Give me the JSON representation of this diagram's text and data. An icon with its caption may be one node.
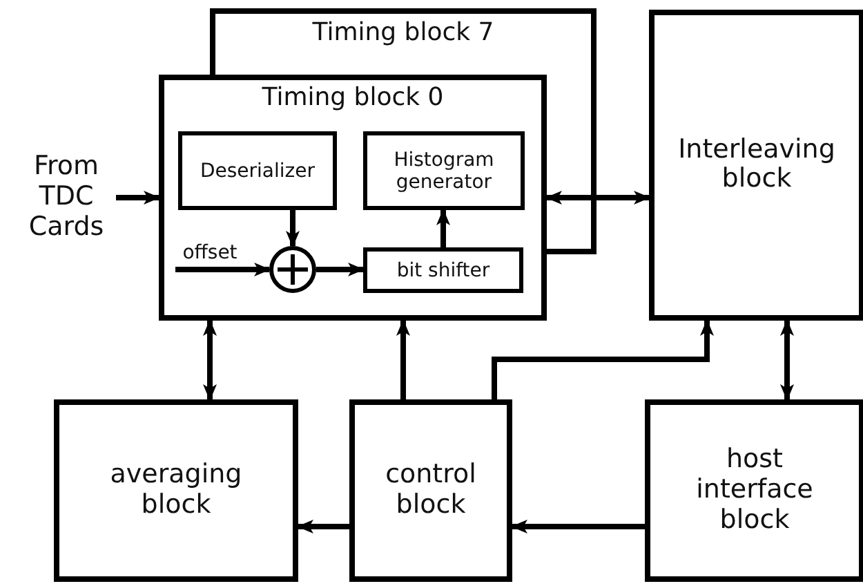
{
  "diagram": {
    "nodes": [
      {
        "text": [
          "Timing block 7"
        ]
      },
      {
        "text": [
          "From TDC Cards"
        ]
      },
      {
        "text": [
          "Timing block 0"
        ]
      },
      {
        "text": [
          "Deserializer"
        ],
        "in": 2
      },
      {
        "text": [
          "Histogram generator"
        ],
        "in": 2
      },
      {
        "text": [
          "offset"
        ],
        "in": 2
      },
      {
        "text": [],
        "shape": "circle",
        "in": 2
      },
      {
        "text": [
          "bit shifter"
        ],
        "in": 2
      },
      {
        "text": [
          "Interleaving block"
        ]
      },
      {
        "text": [
          "averaging block"
        ]
      },
      {
        "text": [
          "control block"
        ]
      },
      {
        "text": [
          "host interface block"
        ]
      }
    ],
    "edges": [
      {
        "from": 1,
        "to": 2,
        "arrow": "to"
      },
      {
        "from": 3,
        "to": 6,
        "arrow": "to"
      },
      {
        "from": 5,
        "to": 6,
        "arrow": "to"
      },
      {
        "from": 6,
        "to": 7,
        "arrow": "to"
      },
      {
        "from": 7,
        "to": 4,
        "arrow": "to"
      },
      {
        "from": 2,
        "to": 8,
        "arrow": "both"
      },
      {
        "from": 2,
        "to": 9,
        "arrow": "both"
      },
      {
        "from": 10,
        "to": 2,
        "arrow": "to"
      },
      {
        "from": 10,
        "to": 8,
        "arrow": "to"
      },
      {
        "from": 8,
        "to": 11,
        "arrow": "both"
      },
      {
        "from": 10,
        "to": 9,
        "arrow": "to"
      },
      {
        "from": 11,
        "to": 10,
        "arrow": "to"
      }
    ]
  }
}
